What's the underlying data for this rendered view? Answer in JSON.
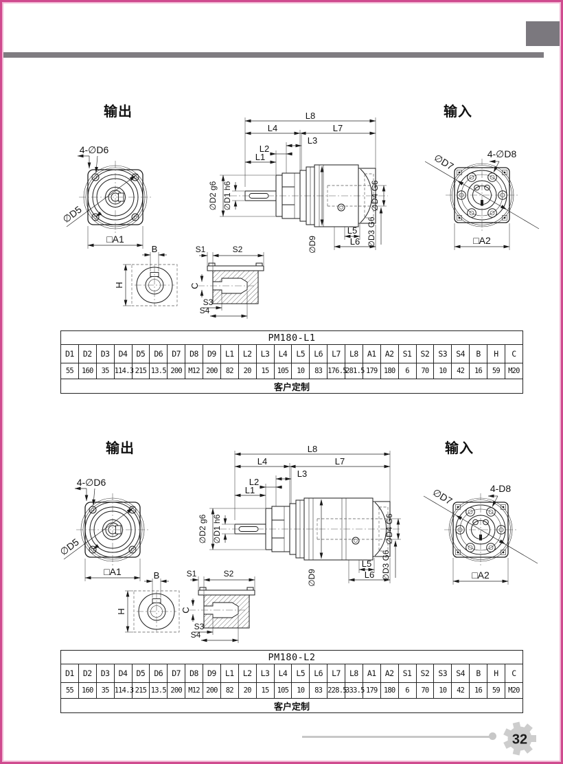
{
  "page": {
    "number": "32"
  },
  "colors": {
    "pink": "#cf4a8e",
    "gray_bar": "#7f7c81",
    "gray_block": "#7b787e",
    "badge_gray": "#cdcdcd"
  },
  "dims": {
    "l1": "L1",
    "l2": "L2",
    "l3": "L3",
    "l4": "L4",
    "l5": "L5",
    "l6": "L6",
    "l7": "L7",
    "l8": "L8",
    "d1": "∅D1 h6",
    "d2": "∅D2 g6",
    "d3": "∅D3 G6",
    "d4": "∅D4 G6",
    "d9": "∅D9",
    "b": "B",
    "h": "H",
    "c": "C",
    "s1": "S1",
    "s2": "S2",
    "s3": "S3",
    "s4": "S4"
  },
  "sections": [
    {
      "output_label": "输出",
      "input_label": "输入",
      "out_flange": {
        "holes_label": "4-∅D6",
        "diameter_label": "∅D5",
        "square_label": "□A1"
      },
      "in_flange": {
        "diameter_label": "∅D7",
        "holes_label": "4-∅D8",
        "square_label": "□A2"
      },
      "table": {
        "title": "PM180-L1",
        "headers": [
          "D1",
          "D2",
          "D3",
          "D4",
          "D5",
          "D6",
          "D7",
          "D8",
          "D9",
          "L1",
          "L2",
          "L3",
          "L4",
          "L5",
          "L6",
          "L7",
          "L8",
          "A1",
          "A2",
          "S1",
          "S2",
          "S3",
          "S4",
          "B",
          "H",
          "C"
        ],
        "values": [
          "55",
          "160",
          "35",
          "114.3",
          "215",
          "13.5",
          "200",
          "M12",
          "200",
          "82",
          "20",
          "15",
          "105",
          "10",
          "83",
          "176.5",
          "281.5",
          "179",
          "180",
          "6",
          "70",
          "10",
          "42",
          "16",
          "59",
          "M20"
        ],
        "note": "客户定制"
      }
    },
    {
      "output_label": "输出",
      "input_label": "输入",
      "out_flange": {
        "holes_label": "4-∅D6",
        "diameter_label": "∅D5",
        "square_label": "□A1"
      },
      "in_flange": {
        "diameter_label": "∅D7",
        "holes_label": "4-D8",
        "square_label": "□A2"
      },
      "table": {
        "title": "PM180-L2",
        "headers": [
          "D1",
          "D2",
          "D3",
          "D4",
          "D5",
          "D6",
          "D7",
          "D8",
          "D9",
          "L1",
          "L2",
          "L3",
          "L4",
          "L5",
          "L6",
          "L7",
          "L8",
          "A1",
          "A2",
          "S1",
          "S2",
          "S3",
          "S4",
          "B",
          "H",
          "C"
        ],
        "values": [
          "55",
          "160",
          "35",
          "114.3",
          "215",
          "13.5",
          "200",
          "M12",
          "200",
          "82",
          "20",
          "15",
          "105",
          "10",
          "83",
          "228.5",
          "333.5",
          "179",
          "180",
          "6",
          "70",
          "10",
          "42",
          "16",
          "59",
          "M20"
        ],
        "note": "客户定制"
      }
    }
  ]
}
